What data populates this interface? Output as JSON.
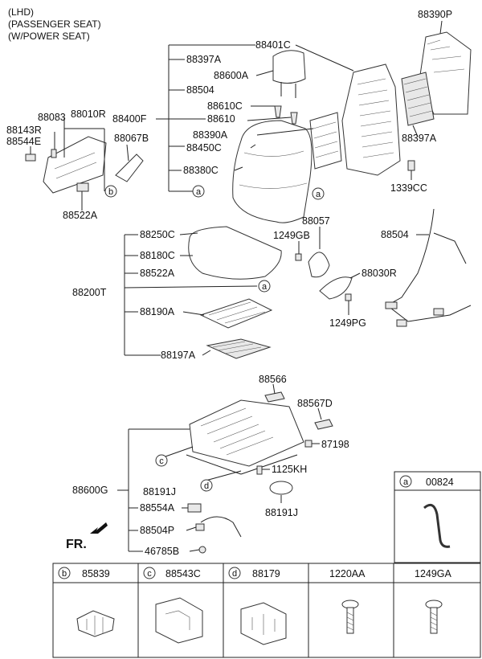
{
  "header": {
    "line1": "(LHD)",
    "line2": "(PASSENGER SEAT)",
    "line3": "(W/POWER SEAT)"
  },
  "callouts": {
    "c88390P": "88390P",
    "c88401C": "88401C",
    "c88397A_top": "88397A",
    "c88600A": "88600A",
    "c88504_top": "88504",
    "c88610C": "88610C",
    "c88400F": "88400F",
    "c88610": "88610",
    "c88390A": "88390A",
    "c88450C": "88450C",
    "c88380C": "88380C",
    "c88397A_right": "88397A",
    "c1339CC": "1339CC",
    "c88083": "88083",
    "c88010R": "88010R",
    "c88143R": "88143R",
    "c88544E": "88544E",
    "c88067B": "88067B",
    "c88522A_left": "88522A",
    "c88057": "88057",
    "c1249GB": "1249GB",
    "c88030R": "88030R",
    "c1249PG": "1249PG",
    "c88504_right": "88504",
    "c88250C": "88250C",
    "c88180C": "88180C",
    "c88522A_mid": "88522A",
    "c88200T": "88200T",
    "c88190A": "88190A",
    "c88197A": "88197A",
    "c88566": "88566",
    "c88567D": "88567D",
    "c87198": "87198",
    "c1125KH": "1125KH",
    "c88600G": "88600G",
    "c88191J_left": "88191J",
    "c88191J_right": "88191J",
    "c88554A": "88554A",
    "c88504P": "88504P",
    "c46785B": "46785B"
  },
  "markers": {
    "a": "a",
    "b": "b",
    "c": "c",
    "d": "d"
  },
  "direction_label": "FR.",
  "legend": {
    "a": {
      "marker": "a",
      "part": "00824"
    },
    "b": {
      "marker": "b",
      "part": "85839"
    },
    "c": {
      "marker": "c",
      "part": "88543C"
    },
    "d": {
      "marker": "d",
      "part": "88179"
    },
    "e": {
      "part": "1220AA"
    },
    "f": {
      "part": "1249GA"
    }
  }
}
